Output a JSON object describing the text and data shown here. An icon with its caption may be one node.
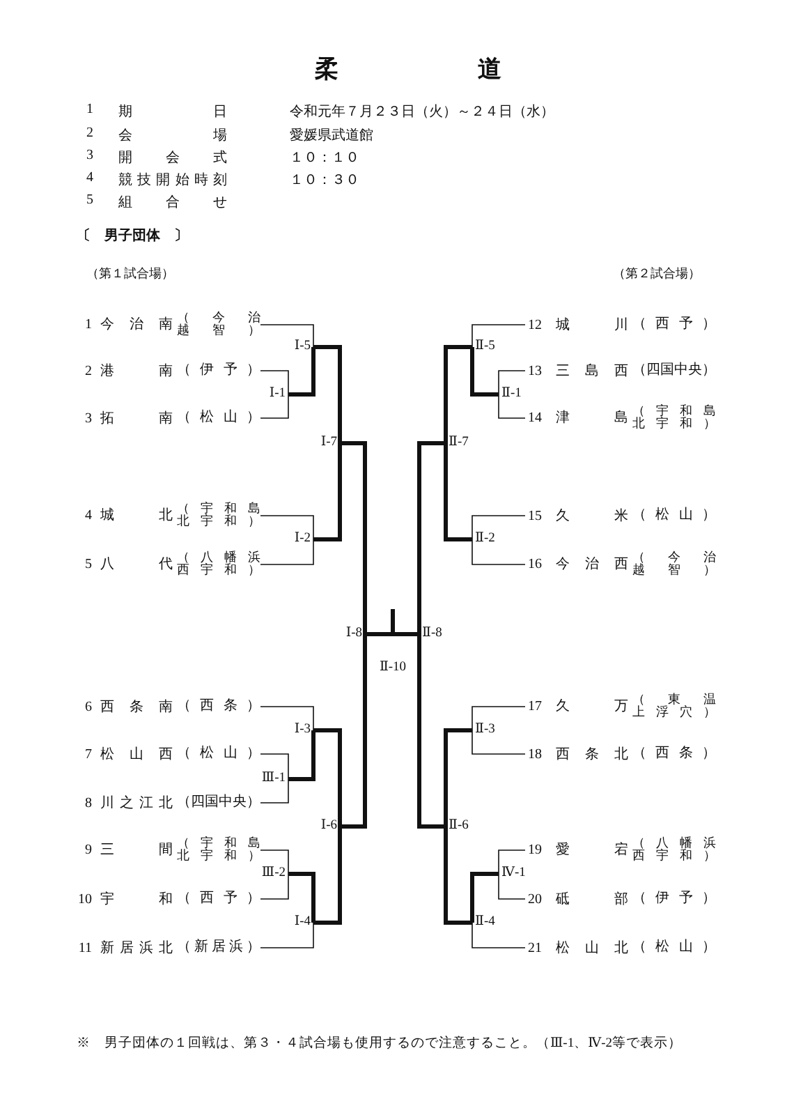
{
  "diagram": {
    "title": "柔道",
    "caption": "※　男子団体の１回戦は、第３・４試合場も使用するので注意すること。（Ⅲ-1、Ⅳ-2等で表示）",
    "nodes": [
      {
        "text": [
          "1",
          "今治南",
          "（今治越智）"
        ]
      },
      {
        "text": [
          "2",
          "港南",
          "（伊予）"
        ]
      },
      {
        "text": [
          "3",
          "拓南",
          "（松山）"
        ]
      },
      {
        "text": [
          "4",
          "城北",
          "（宇和島北宇和）"
        ]
      },
      {
        "text": [
          "5",
          "八代",
          "（八幡浜西宇和）"
        ]
      },
      {
        "text": [
          "6",
          "西条南",
          "（西条）"
        ]
      },
      {
        "text": [
          "7",
          "松山西",
          "（松山）"
        ]
      },
      {
        "text": [
          "8",
          "川之江北",
          "（四国中央）"
        ]
      },
      {
        "text": [
          "9",
          "三間",
          "（宇和島北宇和）"
        ]
      },
      {
        "text": [
          "10",
          "宇和",
          "（西予）"
        ]
      },
      {
        "text": [
          "11",
          "新居浜北",
          "（新居浜）"
        ]
      },
      {
        "text": [
          "12",
          "城川",
          "（西予）"
        ]
      },
      {
        "text": [
          "13",
          "三島西",
          "（四国中央）"
        ]
      },
      {
        "text": [
          "14",
          "津島",
          "（宇和島北宇和）"
        ]
      },
      {
        "text": [
          "15",
          "久米",
          "（松山）"
        ]
      },
      {
        "text": [
          "16",
          "今治西",
          "（今治越智）"
        ]
      },
      {
        "text": [
          "17",
          "久万",
          "（東温上浮穴）"
        ]
      },
      {
        "text": [
          "18",
          "西条北",
          "（西条）"
        ]
      },
      {
        "text": [
          "19",
          "愛宕",
          "（八幡浜西宇和）"
        ]
      },
      {
        "text": [
          "20",
          "砥部",
          "（伊予）"
        ]
      },
      {
        "text": [
          "21",
          "松山北",
          "（松山）"
        ]
      },
      {
        "text": [
          "Ⅰ-5"
        ]
      },
      {
        "text": [
          "Ⅰ-1"
        ]
      },
      {
        "text": [
          "Ⅰ-7"
        ]
      },
      {
        "text": [
          "Ⅰ-2"
        ]
      },
      {
        "text": [
          "Ⅰ-8"
        ]
      },
      {
        "text": [
          "Ⅰ-3"
        ]
      },
      {
        "text": [
          "Ⅲ-1"
        ]
      },
      {
        "text": [
          "Ⅰ-6"
        ]
      },
      {
        "text": [
          "Ⅲ-2"
        ]
      },
      {
        "text": [
          "Ⅰ-4"
        ]
      },
      {
        "text": [
          "Ⅱ-5"
        ]
      },
      {
        "text": [
          "Ⅱ-1"
        ]
      },
      {
        "text": [
          "Ⅱ-7"
        ]
      },
      {
        "text": [
          "Ⅱ-2"
        ]
      },
      {
        "text": [
          "Ⅱ-8"
        ]
      },
      {
        "text": [
          "Ⅱ-10"
        ]
      },
      {
        "text": [
          "Ⅱ-3"
        ]
      },
      {
        "text": [
          "Ⅱ-6"
        ]
      },
      {
        "text": [
          "Ⅳ-1"
        ]
      },
      {
        "text": [
          "Ⅱ-4"
        ]
      }
    ],
    "edges": [
      {
        "from": 0,
        "to": 21,
        "arrow": "none"
      },
      {
        "from": 1,
        "to": 22,
        "arrow": "none"
      },
      {
        "from": 2,
        "to": 22,
        "arrow": "none"
      },
      {
        "from": 22,
        "to": 21,
        "arrow": "none",
        "style": "thick"
      },
      {
        "from": 21,
        "to": 23,
        "arrow": "none",
        "style": "thick"
      },
      {
        "from": 3,
        "to": 24,
        "arrow": "none"
      },
      {
        "from": 4,
        "to": 24,
        "arrow": "none"
      },
      {
        "from": 24,
        "to": 23,
        "arrow": "none",
        "style": "thick"
      },
      {
        "from": 23,
        "to": 25,
        "arrow": "none",
        "style": "thick"
      },
      {
        "from": 5,
        "to": 26,
        "arrow": "none"
      },
      {
        "from": 6,
        "to": 27,
        "arrow": "none"
      },
      {
        "from": 7,
        "to": 27,
        "arrow": "none"
      },
      {
        "from": 27,
        "to": 26,
        "arrow": "none",
        "style": "thick"
      },
      {
        "from": 26,
        "to": 28,
        "arrow": "none",
        "style": "thick"
      },
      {
        "from": 8,
        "to": 29,
        "arrow": "none"
      },
      {
        "from": 9,
        "to": 29,
        "arrow": "none"
      },
      {
        "from": 29,
        "to": 30,
        "arrow": "none",
        "style": "thick"
      },
      {
        "from": 10,
        "to": 30,
        "arrow": "none"
      },
      {
        "from": 30,
        "to": 28,
        "arrow": "none",
        "style": "thick"
      },
      {
        "from": 28,
        "to": 25,
        "arrow": "none",
        "style": "thick"
      },
      {
        "from": 25,
        "to": 36,
        "arrow": "none",
        "style": "thick"
      },
      {
        "from": 11,
        "to": 31,
        "arrow": "none"
      },
      {
        "from": 12,
        "to": 32,
        "arrow": "none"
      },
      {
        "from": 13,
        "to": 32,
        "arrow": "none"
      },
      {
        "from": 32,
        "to": 31,
        "arrow": "none",
        "style": "thick"
      },
      {
        "from": 31,
        "to": 33,
        "arrow": "none",
        "style": "thick"
      },
      {
        "from": 14,
        "to": 34,
        "arrow": "none"
      },
      {
        "from": 15,
        "to": 34,
        "arrow": "none"
      },
      {
        "from": 34,
        "to": 33,
        "arrow": "none",
        "style": "thick"
      },
      {
        "from": 33,
        "to": 35,
        "arrow": "none",
        "style": "thick"
      },
      {
        "from": 16,
        "to": 37,
        "arrow": "none"
      },
      {
        "from": 17,
        "to": 37,
        "arrow": "none"
      },
      {
        "from": 37,
        "to": 38,
        "arrow": "none",
        "style": "thick"
      },
      {
        "from": 18,
        "to": 39,
        "arrow": "none"
      },
      {
        "from": 19,
        "to": 39,
        "arrow": "none"
      },
      {
        "from": 39,
        "to": 40,
        "arrow": "none",
        "style": "thick"
      },
      {
        "from": 20,
        "to": 40,
        "arrow": "none"
      },
      {
        "from": 40,
        "to": 38,
        "arrow": "none",
        "style": "thick"
      },
      {
        "from": 38,
        "to": 35,
        "arrow": "none",
        "style": "thick"
      },
      {
        "from": 35,
        "to": 36,
        "arrow": "none",
        "style": "thick"
      },
      {
        "from": 36,
        "to": null,
        "arrow": "none",
        "style": "thick"
      }
    ],
    "labels": [
      "1",
      "期日",
      "令和元年７月２３日（火）～２４日（水）",
      "2",
      "会場",
      "愛媛県武道館",
      "3",
      "開会式",
      "１０：１０",
      "4",
      "競技開始時刻",
      "１０：３０",
      "5",
      "組合せ",
      "〔　男子団体　〕",
      "（第１試合場）",
      "（第２試合場）"
    ]
  }
}
